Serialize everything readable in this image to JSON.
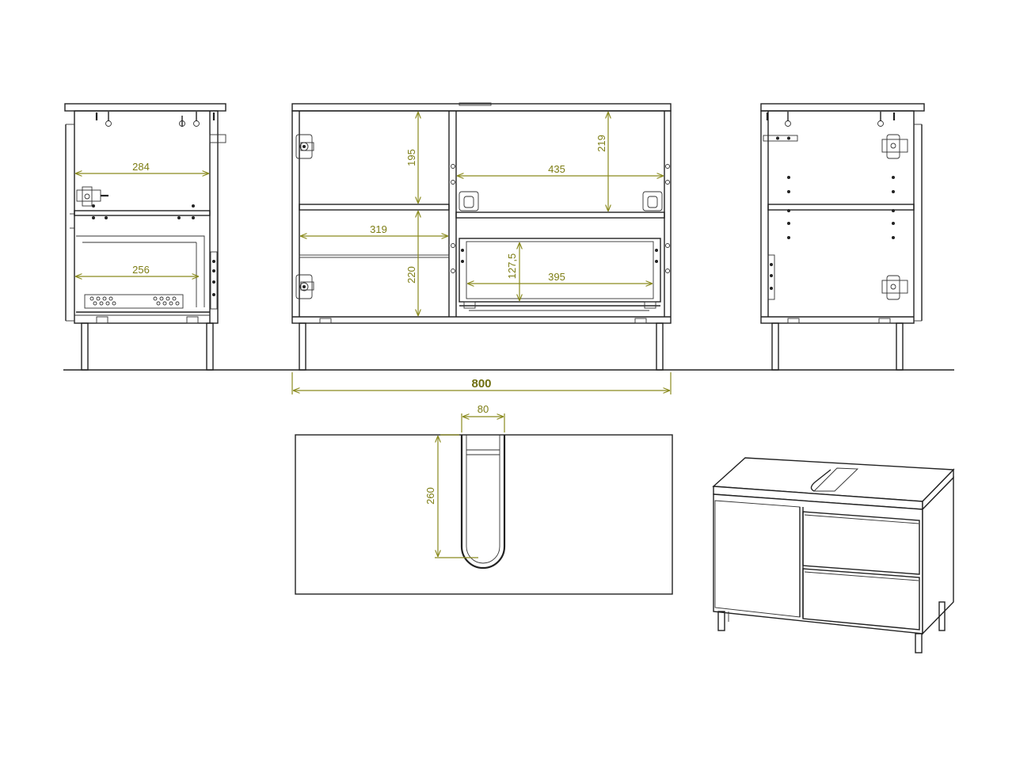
{
  "drawing": {
    "dimensions": {
      "side_left_upper_width": "284",
      "side_left_lower_width": "256",
      "front_upper_left_height": "195",
      "front_lower_left_height": "220",
      "front_shelf_width": "319",
      "front_upper_right_width": "435",
      "front_upper_right_height": "219",
      "front_drawer_height": "127,5",
      "front_drawer_width": "395",
      "overall_width": "800",
      "cutout_width": "80",
      "cutout_depth": "260"
    },
    "colors": {
      "dimension": "#8a8a1e",
      "line": "#222222"
    }
  }
}
